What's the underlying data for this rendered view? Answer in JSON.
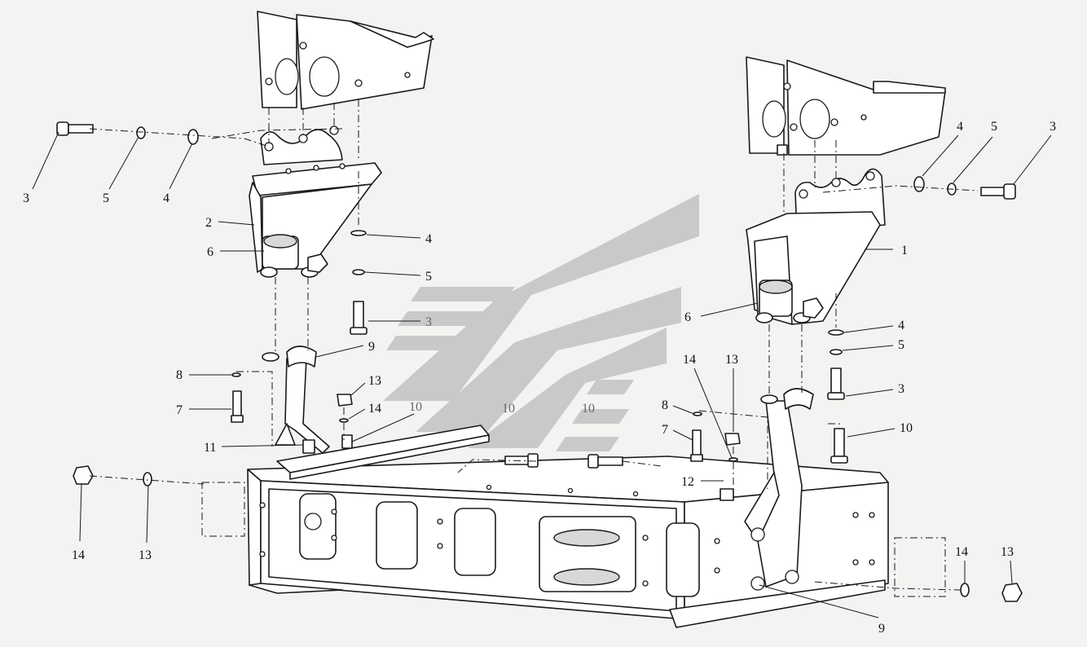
{
  "callouts": [
    {
      "id": "c-1",
      "text": "1"
    },
    {
      "id": "c-2",
      "text": "2"
    },
    {
      "id": "c-3a",
      "text": "3"
    },
    {
      "id": "c-5a",
      "text": "5"
    },
    {
      "id": "c-4a",
      "text": "4"
    },
    {
      "id": "c-6a",
      "text": "6"
    },
    {
      "id": "c-4b",
      "text": "4"
    },
    {
      "id": "c-5b",
      "text": "5"
    },
    {
      "id": "c-3b",
      "text": "3"
    },
    {
      "id": "c-9a",
      "text": "9"
    },
    {
      "id": "c-8a",
      "text": "8"
    },
    {
      "id": "c-7a",
      "text": "7"
    },
    {
      "id": "c-13a",
      "text": "13"
    },
    {
      "id": "c-14a",
      "text": "14"
    },
    {
      "id": "c-10a",
      "text": "10"
    },
    {
      "id": "c-11",
      "text": "11"
    },
    {
      "id": "c-10b",
      "text": "10"
    },
    {
      "id": "c-10c",
      "text": "10"
    },
    {
      "id": "c-13b",
      "text": "13"
    },
    {
      "id": "c-14b",
      "text": "14"
    },
    {
      "id": "c-4c",
      "text": "4"
    },
    {
      "id": "c-5c",
      "text": "5"
    },
    {
      "id": "c-3c",
      "text": "3"
    },
    {
      "id": "c-6b",
      "text": "6"
    },
    {
      "id": "c-4d",
      "text": "4"
    },
    {
      "id": "c-5d",
      "text": "5"
    },
    {
      "id": "c-3d",
      "text": "3"
    },
    {
      "id": "c-14c",
      "text": "14"
    },
    {
      "id": "c-13c",
      "text": "13"
    },
    {
      "id": "c-8b",
      "text": "8"
    },
    {
      "id": "c-7b",
      "text": "7"
    },
    {
      "id": "c-10d",
      "text": "10"
    },
    {
      "id": "c-12",
      "text": "12"
    },
    {
      "id": "c-9b",
      "text": "9"
    },
    {
      "id": "c-14d",
      "text": "14"
    },
    {
      "id": "c-13d",
      "text": "13"
    }
  ],
  "colors": {
    "background": "#f3f3f1",
    "line": "#1a1a1a",
    "watermark": "#c9c9cb"
  }
}
